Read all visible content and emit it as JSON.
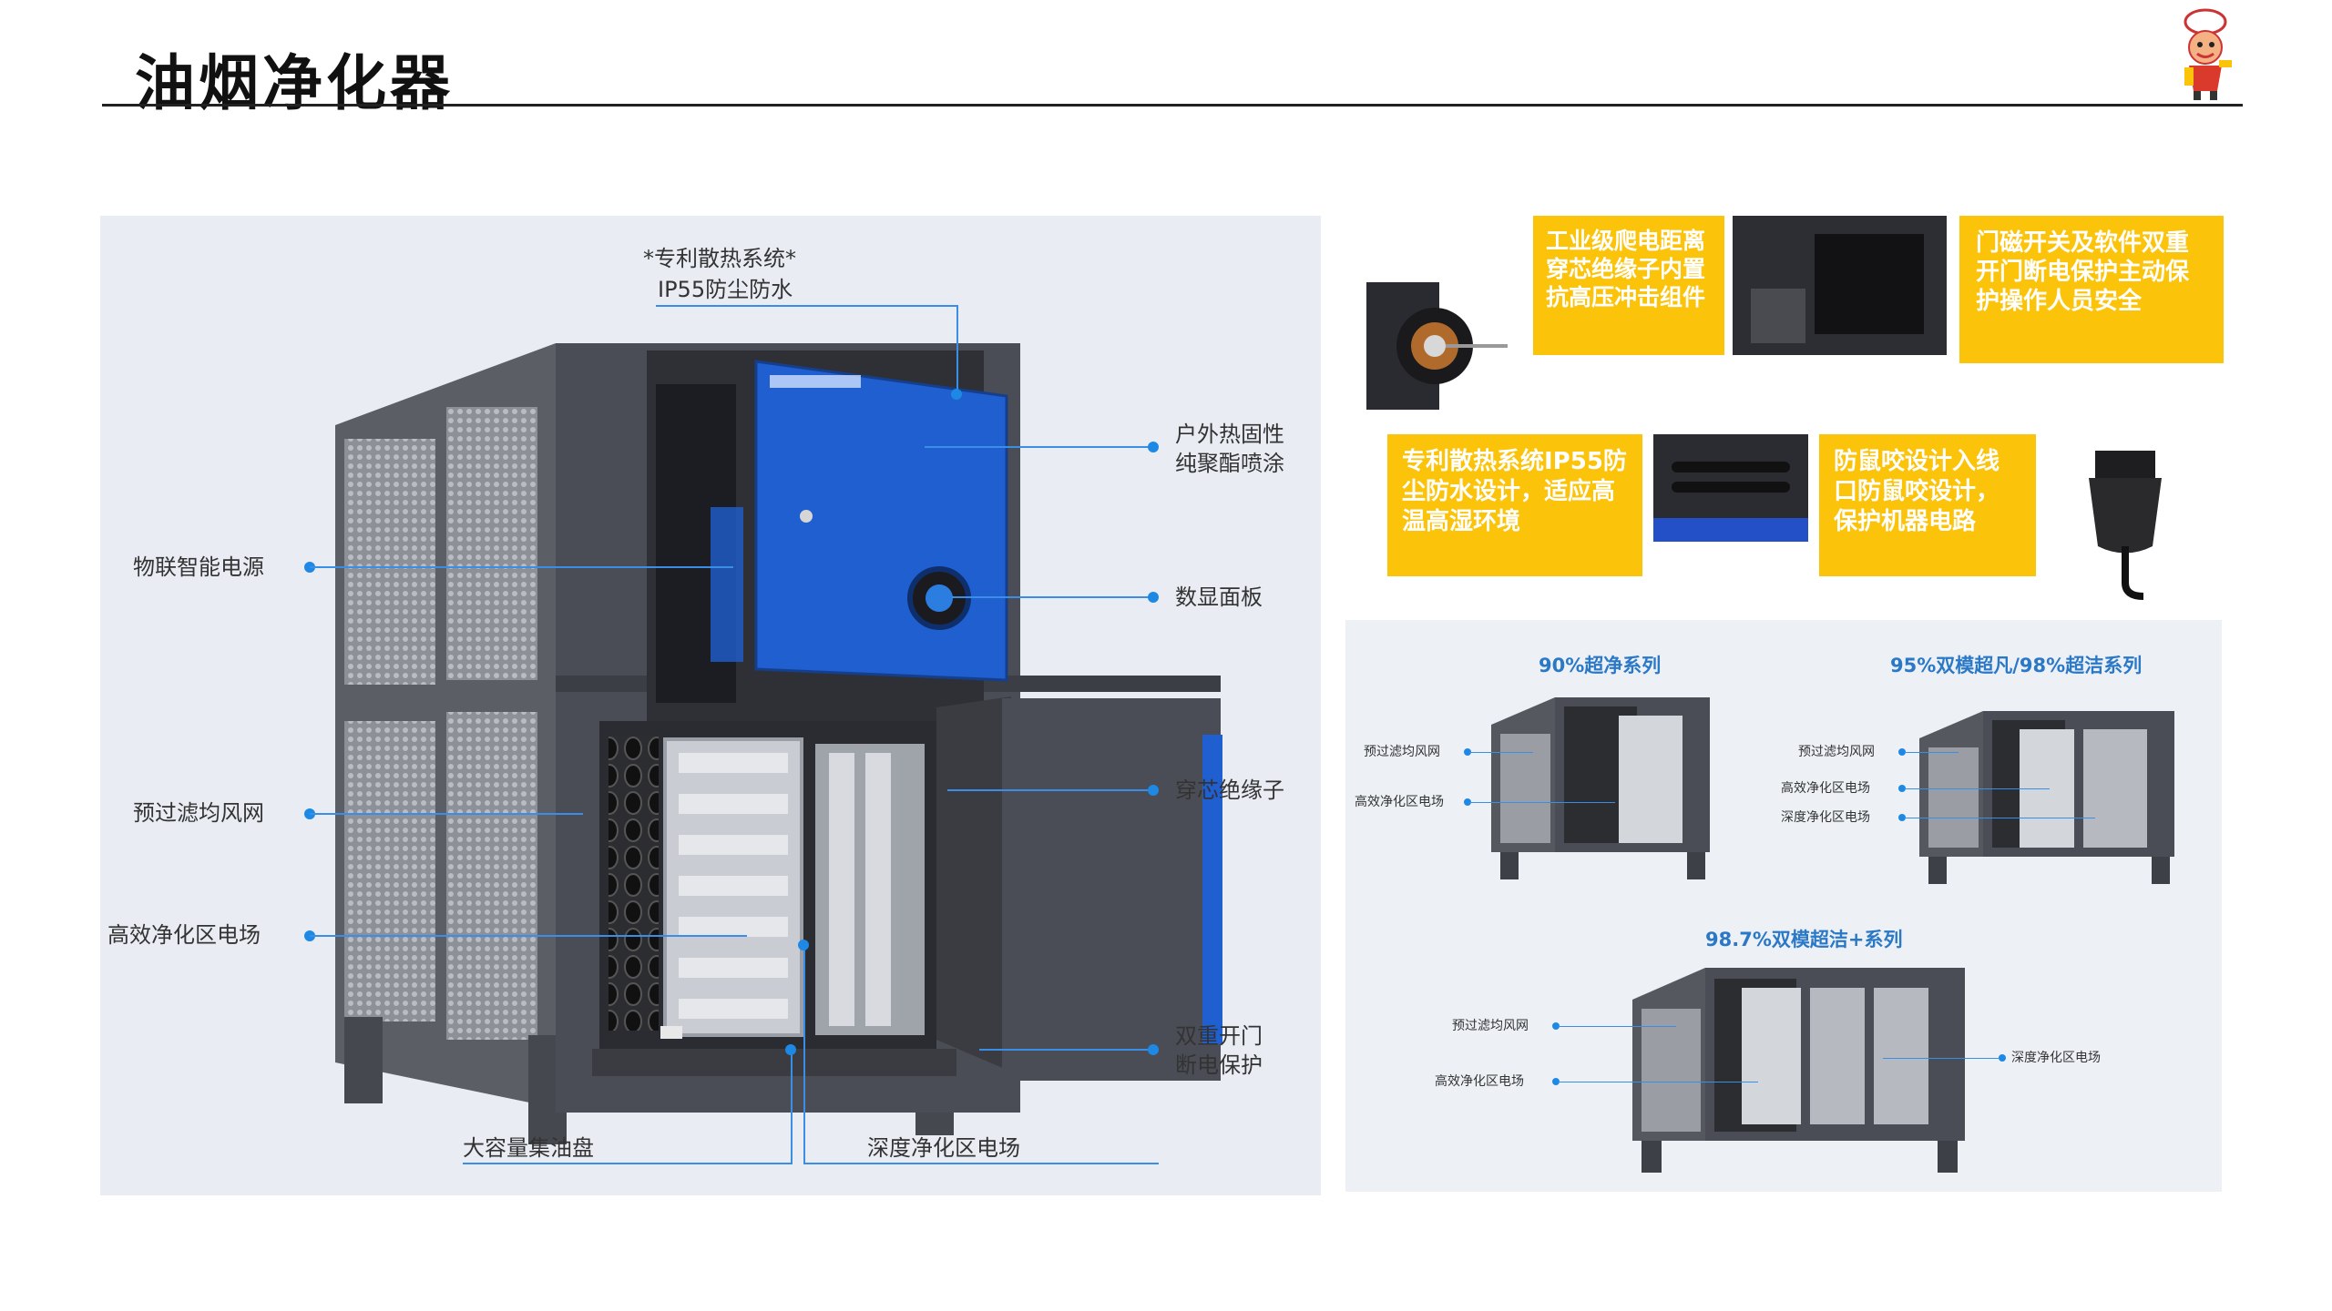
{
  "header": {
    "title": "油烟净化器"
  },
  "main": {
    "top_label_1": "*专利散热系统*",
    "top_label_2": "IP55防尘防水",
    "labels": {
      "coating_1": "户外热固性",
      "coating_2": "纯聚酯喷涂",
      "power": "物联智能电源",
      "display": "数显面板",
      "prefilter": "预过滤均风网",
      "insulator": "穿芯绝缘子",
      "efficient_field": "高效净化区电场",
      "door_1": "双重开门",
      "door_2": "断电保护",
      "oil_tray": "大容量集油盘",
      "deep_field": "深度净化区电场"
    }
  },
  "features": {
    "card1": "工业级爬电距离穿芯绝缘子内置抗高压冲击组件",
    "card2": "门磁开关及软件双重开门断电保护主动保护操作人员安全",
    "card3": "专利散热系统IP55防尘防水设计，适应高温高湿环境",
    "card4": "防鼠咬设计入线口防鼠咬设计，保护机器电路"
  },
  "series": {
    "s90": {
      "title": "90%超净系列",
      "l1": "预过滤均风网",
      "l2": "高效净化区电场"
    },
    "s95": {
      "title": "95%双模超凡/98%超洁系列",
      "l1": "预过滤均风网",
      "l2": "高效净化区电场",
      "l3": "深度净化区电场"
    },
    "s987": {
      "title": "98.7%双模超洁+系列",
      "l1": "预过滤均风网",
      "l2": "高效净化区电场",
      "l3": "深度净化区电场"
    }
  },
  "colors": {
    "accent_blue": "#1f5fd0",
    "card_yellow": "#fcc30b",
    "line_blue": "#3a8ee6",
    "unit_gray": "#4a4d55"
  }
}
